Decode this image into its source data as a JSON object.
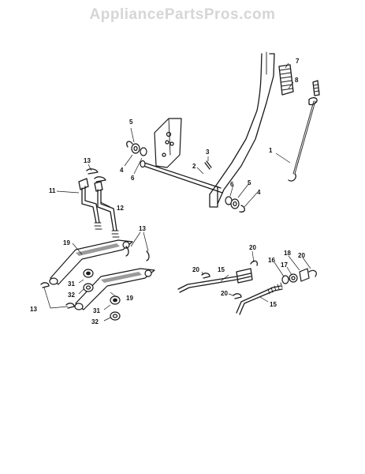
{
  "watermark": {
    "text": "AppliancePartsPros.com"
  },
  "callouts": {
    "c1": "1",
    "c2": "2",
    "c3": "3",
    "c4a": "4",
    "c4b": "4",
    "c5a": "5",
    "c5b": "5",
    "c6a": "6",
    "c6b": "6",
    "c7": "7",
    "c8": "8",
    "c11": "11",
    "c12": "12",
    "c13a": "13",
    "c13b": "13",
    "c13c": "13",
    "c15a": "15",
    "c15b": "15",
    "c16": "16",
    "c17": "17",
    "c18": "18",
    "c19a": "19",
    "c19b": "19",
    "c20a": "20",
    "c20b": "20",
    "c20c": "20",
    "c20d": "20",
    "c31a": "31",
    "c31b": "31",
    "c32a": "32",
    "c32b": "32"
  }
}
